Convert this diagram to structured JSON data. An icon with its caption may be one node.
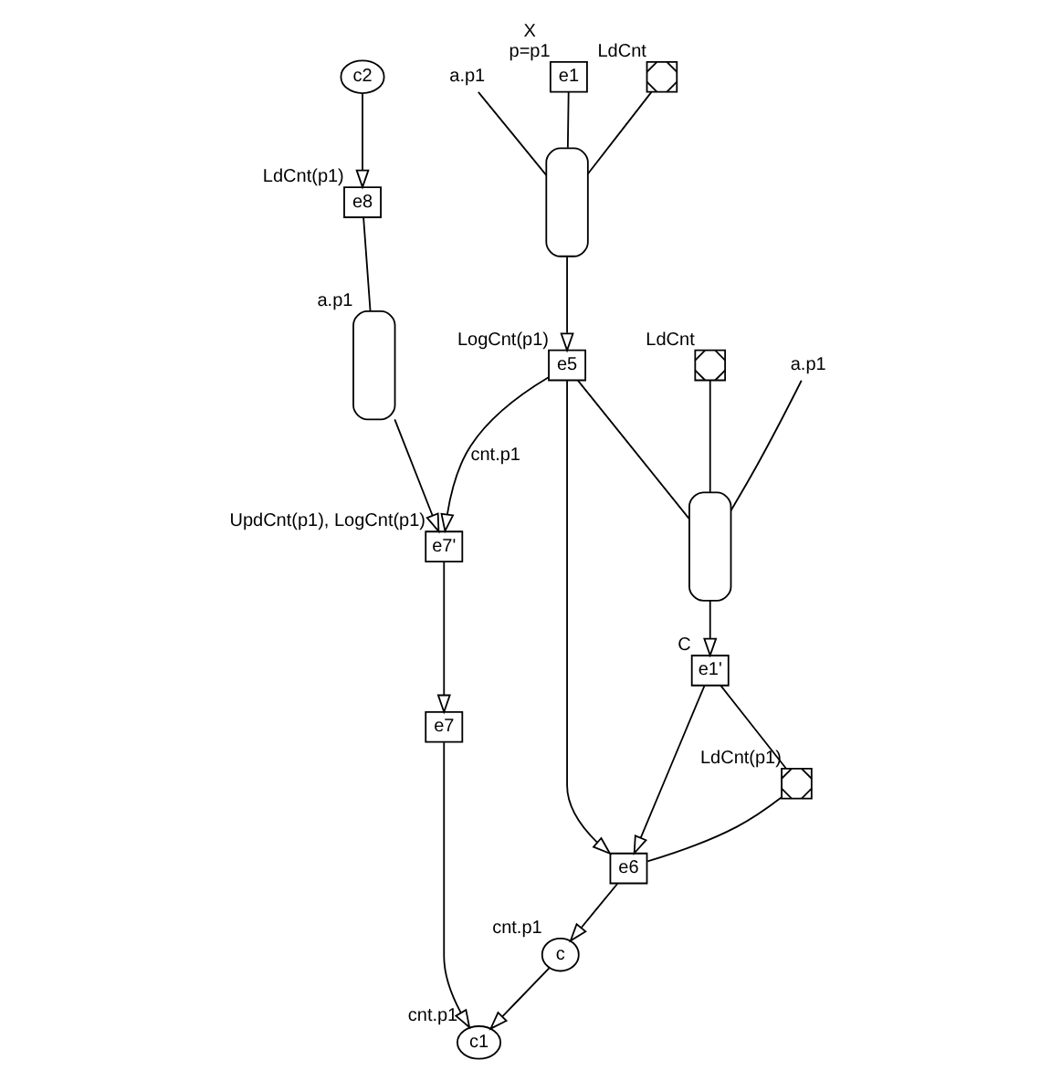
{
  "diagram": {
    "nodes": [
      {
        "text": [
          "e1"
        ],
        "beside": [
          "X",
          "p=p1"
        ]
      },
      {
        "text": [],
        "shape": "capsule"
      },
      {
        "text": [],
        "shape": "box",
        "beside": [
          "LdCnt"
        ]
      },
      {
        "text": [
          "a.p1"
        ]
      },
      {
        "text": [
          "e5"
        ],
        "beside": [
          "LogCnt(p1)"
        ]
      },
      {
        "text": [],
        "shape": "capsule"
      },
      {
        "text": [
          "a.p1"
        ]
      },
      {
        "text": [],
        "shape": "box",
        "beside": [
          "LdCnt"
        ]
      },
      {
        "text": [
          "e1'"
        ],
        "beside": [
          "C"
        ]
      },
      {
        "text": [],
        "shape": "box",
        "beside": [
          "LdCnt(p1)"
        ]
      },
      {
        "text": [
          "e6"
        ]
      },
      {
        "text": [
          "c2"
        ]
      },
      {
        "text": [
          "e8"
        ],
        "beside": [
          "LdCnt(p1)"
        ]
      },
      {
        "text": [
          "c"
        ],
        "beside": [
          "cnt.p1"
        ]
      },
      {
        "text": [],
        "shape": "capsule",
        "beside": [
          "a.p1"
        ]
      },
      {
        "text": [
          "e7'"
        ],
        "beside": [
          "UpdCnt(p1), LogCnt(p1)"
        ]
      },
      {
        "text": [
          "e7"
        ]
      },
      {
        "text": [
          "c1"
        ],
        "beside": [
          "cnt.p1"
        ]
      }
    ],
    "edges": [
      {
        "from": 0,
        "to": 1,
        "arrow": "none"
      },
      {
        "from": 1,
        "to": 4,
        "arrow": "to"
      },
      {
        "from": 2,
        "to": 1,
        "arrow": "none"
      },
      {
        "from": 3,
        "to": 1,
        "arrow": "none"
      },
      {
        "from": 4,
        "to": 5,
        "arrow": "none"
      },
      {
        "from": 5,
        "to": 8,
        "arrow": "to"
      },
      {
        "from": 6,
        "to": 5,
        "arrow": "none"
      },
      {
        "from": 7,
        "to": 5,
        "arrow": "none"
      },
      {
        "from": 4,
        "to": 10,
        "arrow": "to"
      },
      {
        "from": 4,
        "to": 15,
        "arrow": "to",
        "label": "cnt.p1"
      },
      {
        "from": 8,
        "to": 10,
        "arrow": "to"
      },
      {
        "from": 8,
        "to": 9,
        "arrow": "none"
      },
      {
        "from": 9,
        "to": 10,
        "arrow": "none"
      },
      {
        "from": 10,
        "to": 13,
        "arrow": "to"
      },
      {
        "from": 13,
        "to": 17,
        "arrow": "to"
      },
      {
        "from": 11,
        "to": 12,
        "arrow": "to"
      },
      {
        "from": 12,
        "to": 14,
        "arrow": "none"
      },
      {
        "from": 14,
        "to": 15,
        "arrow": "to"
      },
      {
        "from": 15,
        "to": 16,
        "arrow": "to"
      },
      {
        "from": 16,
        "to": 17,
        "arrow": "to"
      }
    ]
  }
}
